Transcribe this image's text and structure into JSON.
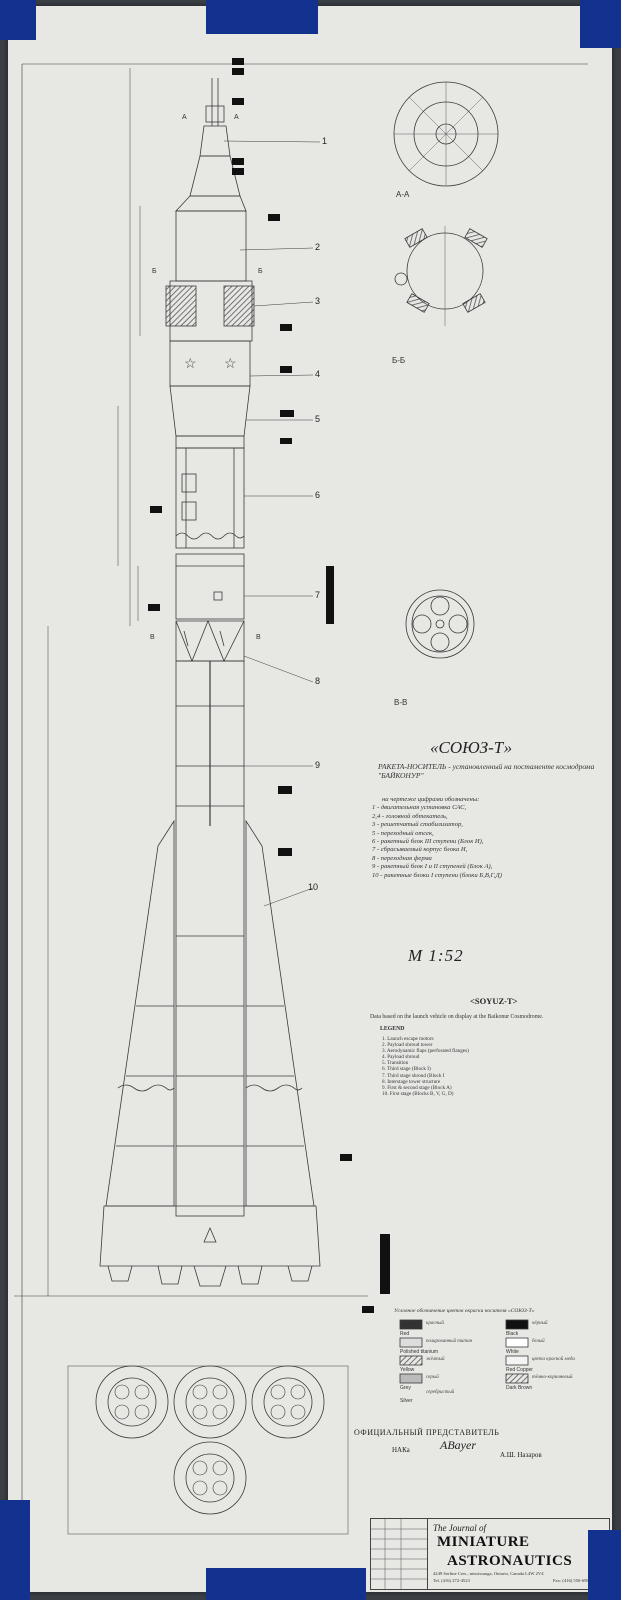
{
  "drawing": {
    "title_ru": "«СОЮЗ-Т»",
    "subtitle_ru": "РАКЕТА-НОСИТЕЛЬ - установленный на постаменте космодрома \"БАЙКОНУР\"",
    "notes_intro": "на чертеже цифрами обозначены:",
    "notes": [
      "1 - двигательная установка САС,",
      "2,4 - головной обтекатель,",
      "3 - решетчатый стабилизатор,",
      "5 - переходный отсек,",
      "6 - ракетный блок III ступени (Блок И),",
      "7 - сбрасываемый корпус блока И,",
      "8 - переходная ферма",
      "9 - ракетный блок I и II ступеней (Блок А),",
      "10 - ракетные блоки I ступени (блоки Б,В,Г,Д)"
    ],
    "scale": "М   1:52",
    "title_en": "<SOYUZ-T>",
    "based_on": "Data based on the launch vehicle on display at the Baikonur Cosmodrome.",
    "legend_heading": "LEGEND",
    "legend": [
      "1. Launch escape motors",
      "2. Payload shroud tower",
      "3. Aerodynamic flaps (perforated flanges)",
      "4. Payload shroud",
      "5. Transition",
      "6. Third stage (Block I)",
      "7. Third stage shroud (Block I",
      "8. Interstage tower structure",
      "9. First & second stage (Block A)",
      "10. First stage (Blocks B, V, G, D)"
    ],
    "section_labels": [
      "А-А",
      "Б-Б",
      "В-В"
    ],
    "section_marks": [
      "А",
      "Б",
      "В"
    ],
    "callout_numbers": [
      "1",
      "2",
      "3",
      "4",
      "5",
      "6",
      "7",
      "8",
      "9",
      "10"
    ],
    "color_key_heading": "Условное обозначение цветов окраски носителя «СОЮЗ-Т»",
    "color_key": [
      {
        "en": "Red",
        "ru": "красный"
      },
      {
        "en": "Polished titanium",
        "ru": "полированный титан"
      },
      {
        "en": "Yellow",
        "ru": "жёлтый"
      },
      {
        "en": "Grey",
        "ru": "серый"
      },
      {
        "en": "Silver",
        "ru": "серебристый"
      },
      {
        "en": "Black",
        "ru": "чёрный"
      },
      {
        "en": "White",
        "ru": "белый"
      },
      {
        "en": "Red Copper",
        "ru": "цвета красной меди"
      },
      {
        "en": "Dark Brown",
        "ru": "тёмно-коричневый"
      }
    ],
    "representative": "ОФИЦИАЛЬНЫЙ   ПРЕДСТАВИТЕЛЬ",
    "org": "НАКа",
    "signature": "ABayer",
    "rep_name": "А.Ш. Назаров",
    "journal_line": "The Journal of",
    "journal_name_1": "MINIATURE",
    "journal_name_2": "ASTRONAUTICS",
    "address": "4249 Sorline Cres., mississauga, Ontario, Canada L4W 2V4",
    "tel": "Tel. (416) 272-4523",
    "fax": "Fax: (416) 556-6986"
  },
  "colors": {
    "paper": "#e7e7e4",
    "tape": "#13328f",
    "ink": "#2a2a2a",
    "background": "#3b4046"
  }
}
